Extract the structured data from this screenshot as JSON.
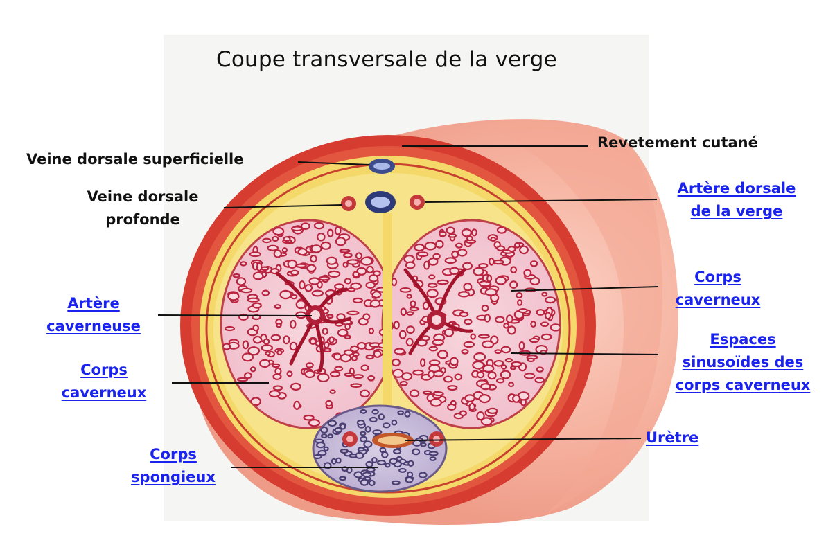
{
  "title": "Coupe transversale de la verge",
  "labels": {
    "revetement": [
      "Revetement cutané"
    ],
    "veine_superficielle": [
      "Veine dorsale superficielle"
    ],
    "veine_profonde": [
      "Veine dorsale",
      "profonde"
    ],
    "artere_dorsale": [
      "Artère dorsale",
      "de la verge"
    ],
    "artere_caverneuse": [
      "Artère",
      "caverneuse"
    ],
    "corps_caverneux_left": [
      "Corps",
      "caverneux"
    ],
    "corps_caverneux_right": [
      "Corps",
      "caverneux"
    ],
    "espaces": [
      "Espaces",
      "sinusoïdes des",
      "corps caverneux"
    ],
    "uretre": [
      "Urètre"
    ],
    "corps_spongieux": [
      "Corps",
      "spongieux"
    ]
  },
  "colors": {
    "link": "#1a22ee",
    "text": "#111111",
    "skin": "#d63c30",
    "fascia": "#f4d96a",
    "tissue": "#f2c4cf",
    "sinus": "#b8233f",
    "spongy": "#5a4a7e"
  }
}
